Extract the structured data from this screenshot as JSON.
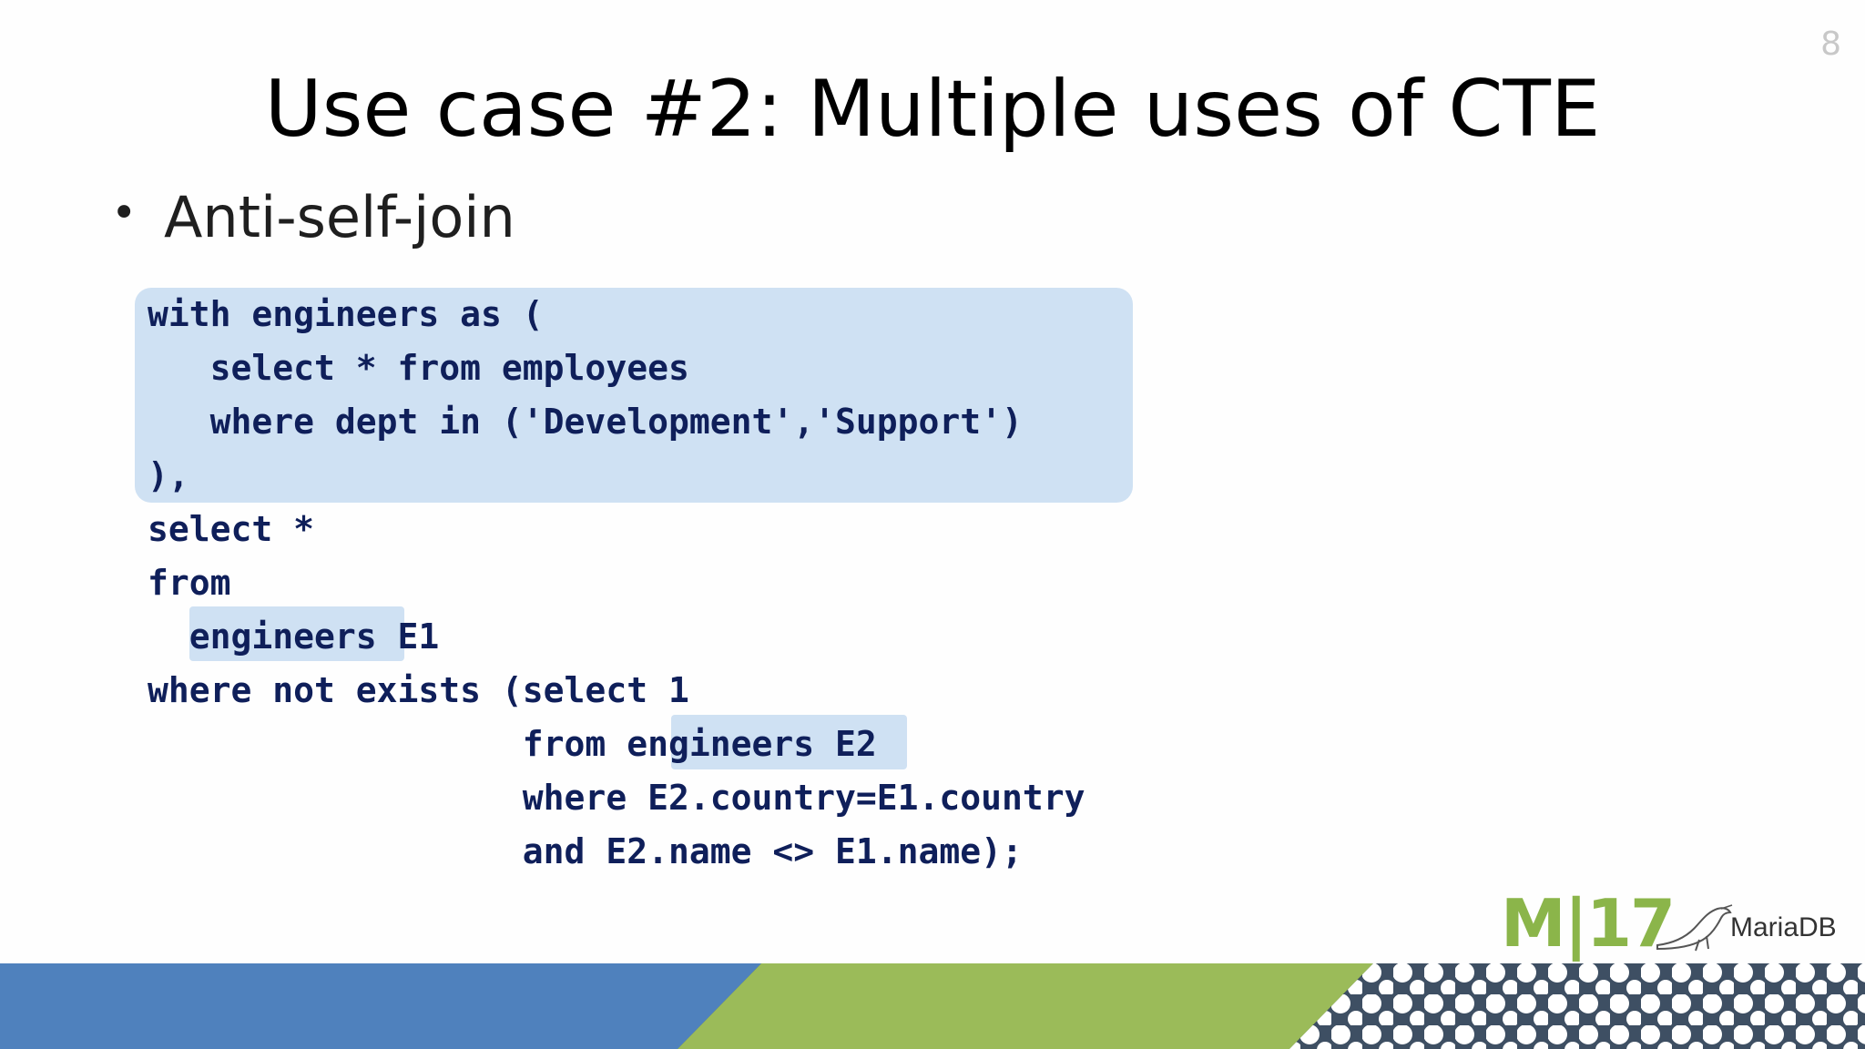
{
  "slide": {
    "page_number": "8",
    "title": "Use case #2: Multiple uses of CTE",
    "bullet": "Anti-self-join"
  },
  "code": {
    "lines": [
      "with engineers as (",
      "   select * from employees",
      "   where dept in ('Development','Support')",
      "),",
      "select *",
      "from",
      "  engineers E1",
      "where not exists (select 1",
      "                  from engineers E2",
      "                  where E2.country=E1.country",
      "                  and E2.name <> E1.name);"
    ]
  },
  "logo": {
    "event": "M|17",
    "brand": "MariaDB"
  },
  "colors": {
    "highlight": "#cfe1f3",
    "code_text": "#0f1f5a",
    "footer_blue": "#4f81bd",
    "footer_green": "#9bbb59",
    "footer_dark": "#3e4f63",
    "logo_green": "#8bb54a"
  }
}
